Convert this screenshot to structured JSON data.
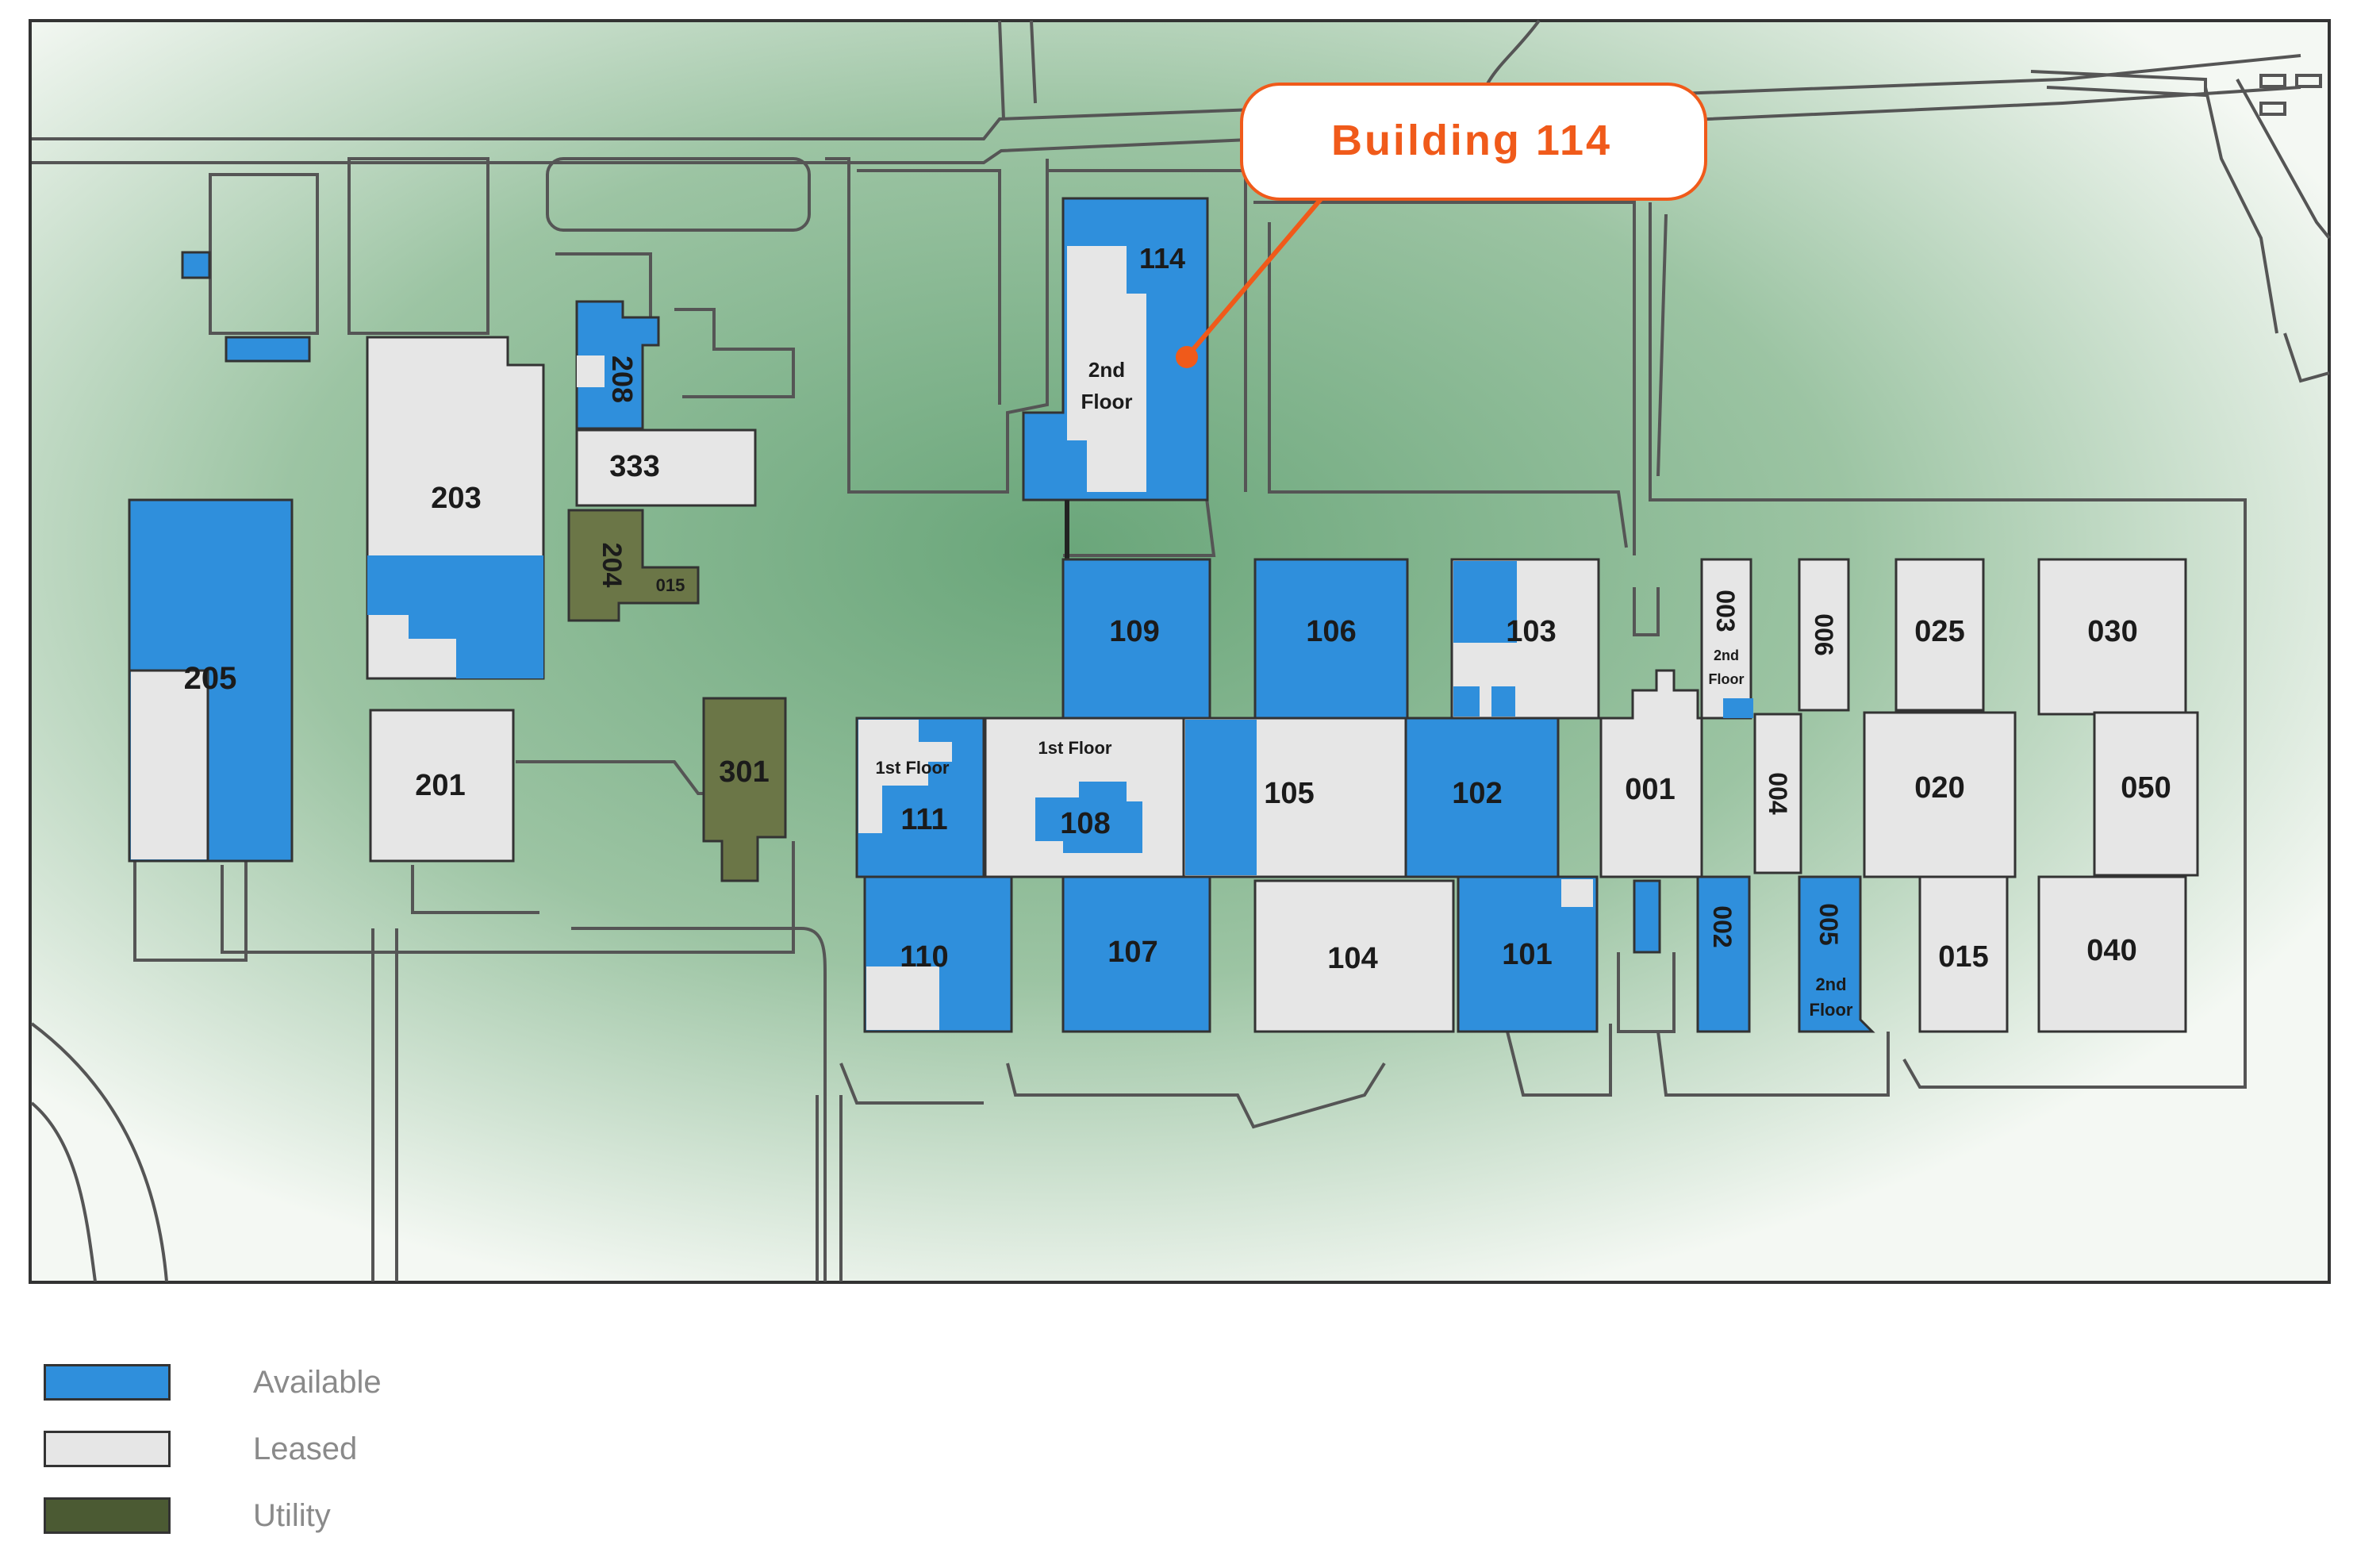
{
  "callout": {
    "label": "Building 114"
  },
  "colors": {
    "available": "#2f8fdc",
    "leased": "#e6e6e6",
    "utility": "#6b7647",
    "callout": "#f05a1a",
    "road": "#555555"
  },
  "buildings": {
    "b114": "114",
    "b114_note_1": "2nd",
    "b114_note_2": "Floor",
    "b208": "208",
    "b333": "333",
    "b203": "203",
    "b204": "204",
    "b015s": "015",
    "b205": "205",
    "b201": "201",
    "b301": "301",
    "b109": "109",
    "b106": "106",
    "b103": "103",
    "b003": "003",
    "b003_note_1": "2nd",
    "b003_note_2": "Floor",
    "b006": "006",
    "b025": "025",
    "b030": "030",
    "b111": "111",
    "b111_note": "1st Floor",
    "b108": "108",
    "b108_note": "1st Floor",
    "b105": "105",
    "b102": "102",
    "b001": "001",
    "b004": "004",
    "b020": "020",
    "b050": "050",
    "b110": "110",
    "b107": "107",
    "b104": "104",
    "b101": "101",
    "b002": "002",
    "b005": "005",
    "b005_note_1": "2nd",
    "b005_note_2": "Floor",
    "b015": "015",
    "b040": "040"
  },
  "legend": [
    {
      "label": "Available",
      "color": "#2f8fdc"
    },
    {
      "label": "Leased",
      "color": "#e6e6e6"
    },
    {
      "label": "Utility",
      "color": "#4b5a33"
    }
  ]
}
